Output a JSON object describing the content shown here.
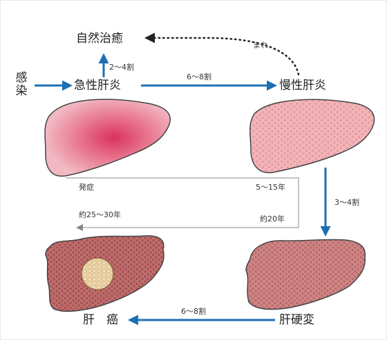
{
  "stages": {
    "infection": "感染",
    "acute": "急性肝炎",
    "natural_cure": "自然治癒",
    "chronic": "慢性肝炎",
    "cirrhosis": "肝硬変",
    "cancer": "肝　癌"
  },
  "arrows": {
    "acute_to_cure": "2〜4割",
    "acute_to_chronic": "6〜8割",
    "chronic_to_cure": "まれ",
    "chronic_to_cirrhosis": "3〜4割",
    "cirrhosis_to_cancer": "6〜8割"
  },
  "timeline": {
    "onset": "発症",
    "onset_to_chronic": "5〜15年",
    "to_cirrhosis": "約20年",
    "to_cancer": "約25〜30年"
  },
  "colors": {
    "arrow": "#1e6fb3",
    "liver_acute": "#e8a0ac",
    "liver_acute_center": "#d9456b",
    "liver_chronic": "#f0b3b8",
    "liver_cirrhosis": "#c98080",
    "liver_cancer": "#b55f5f",
    "tumor": "#e7c89a"
  }
}
